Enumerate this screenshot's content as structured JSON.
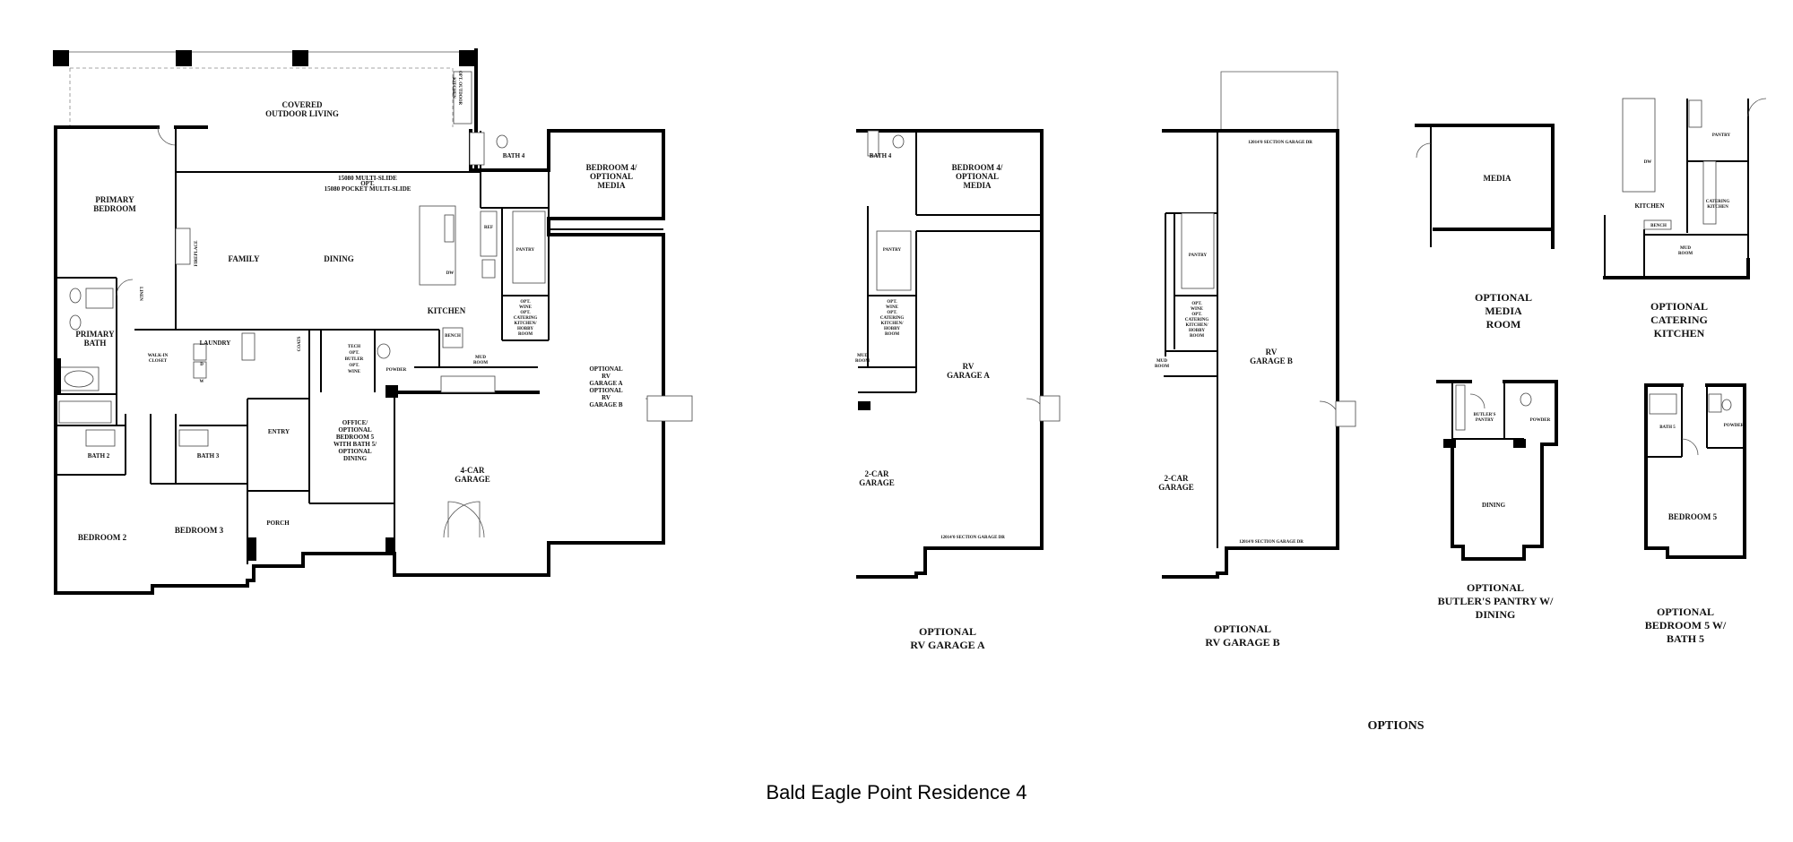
{
  "title": "Bald Eagle Point Residence 4",
  "options_heading": "OPTIONS",
  "main_plan": {
    "covered_outdoor": [
      "COVERED",
      "OUTDOOR LIVING"
    ],
    "outdoor_kitchen": [
      "OPT. OUTDOOR",
      "KITCHEN"
    ],
    "multislide": [
      "15080 MULTI-SLIDE",
      "OPT.",
      "15080 POCKET MULTI-SLIDE"
    ],
    "primary_bedroom": [
      "PRIMARY",
      "BEDROOM"
    ],
    "family": "FAMILY",
    "dining": "DINING",
    "kitchen": "KITCHEN",
    "fireplace": "FIREPLACE",
    "pantry": "PANTRY",
    "dw": "DW",
    "ref": "REF",
    "bath4": "BATH 4",
    "bedroom4": [
      "BEDROOM 4/",
      "OPTIONAL",
      "MEDIA"
    ],
    "wine": [
      "OPT.",
      "WINE",
      "OPT.",
      "CATERING",
      "KITCHEN/",
      "HOBBY",
      "ROOM"
    ],
    "linen": "LINEN",
    "primary_bath": [
      "PRIMARY",
      "BATH"
    ],
    "walkin": [
      "WALK-IN",
      "CLOSET"
    ],
    "laundry": "LAUNDRY",
    "d": "D",
    "w": "W",
    "coats": "COATS",
    "tech": [
      "TECH",
      "OPT.",
      "BUTLER",
      "OPT.",
      "WINE"
    ],
    "powder": "POWDER",
    "mud_room": [
      "MUD",
      "ROOM"
    ],
    "bench": "BENCH",
    "entry": "ENTRY",
    "office": [
      "OFFICE/",
      "OPTIONAL",
      "BEDROOM 5",
      "WITH BATH 5/",
      "OPTIONAL",
      "DINING"
    ],
    "bath2": "BATH 2",
    "bath3": "BATH 3",
    "bedroom2": "BEDROOM 2",
    "bedroom3": "BEDROOM 3",
    "porch": "PORCH",
    "garage4": [
      "4-CAR",
      "GARAGE"
    ],
    "rv_option": [
      "OPTIONAL",
      "RV",
      "GARAGE A",
      "OPTIONAL",
      "RV",
      "GARAGE B"
    ]
  },
  "rv_a": {
    "bath4": "BATH 4",
    "bedroom4": [
      "BEDROOM 4/",
      "OPTIONAL",
      "MEDIA"
    ],
    "pantry": "PANTRY",
    "wine": [
      "OPT.",
      "WINE",
      "OPT.",
      "CATERING",
      "KITCHEN/",
      "HOBBY",
      "ROOM"
    ],
    "mud": [
      "MUD",
      "ROOM"
    ],
    "rv": [
      "RV",
      "GARAGE A"
    ],
    "car2": [
      "2-CAR",
      "GARAGE"
    ],
    "door": "12014'0 SECTION GARAGE DR",
    "caption": [
      "OPTIONAL",
      "RV GARAGE A"
    ]
  },
  "rv_b": {
    "door_top": "12014'0 SECTION GARAGE DR",
    "pantry": "PANTRY",
    "wine": [
      "OPT.",
      "WINE",
      "OPT.",
      "CATERING",
      "KITCHEN/",
      "HOBBY",
      "ROOM"
    ],
    "mud": [
      "MUD",
      "ROOM"
    ],
    "rv": [
      "RV",
      "GARAGE B"
    ],
    "car2": [
      "2-CAR",
      "GARAGE"
    ],
    "door": "12014'0 SECTION GARAGE DR",
    "caption": [
      "OPTIONAL",
      "RV GARAGE B"
    ]
  },
  "media": {
    "label": "MEDIA",
    "caption": [
      "OPTIONAL",
      "MEDIA",
      "ROOM"
    ]
  },
  "catering": {
    "kitchen": "KITCHEN",
    "catering": [
      "CATERING",
      "KITCHEN"
    ],
    "pantry": "PANTRY",
    "dw": "DW",
    "mud": [
      "MUD",
      "ROOM"
    ],
    "bench": "BENCH",
    "caption": [
      "OPTIONAL",
      "CATERING",
      "KITCHEN"
    ]
  },
  "butler": {
    "butlers_pantry": [
      "BUTLER'S",
      "PANTRY"
    ],
    "powder": "POWDER",
    "dining": "DINING",
    "caption": [
      "OPTIONAL",
      "BUTLER'S PANTRY W/",
      "DINING"
    ]
  },
  "bed5": {
    "bath5": "BATH 5",
    "powder": "POWDER",
    "bedroom5": "BEDROOM 5",
    "caption": [
      "OPTIONAL",
      "BEDROOM 5 W/",
      "BATH 5"
    ]
  }
}
